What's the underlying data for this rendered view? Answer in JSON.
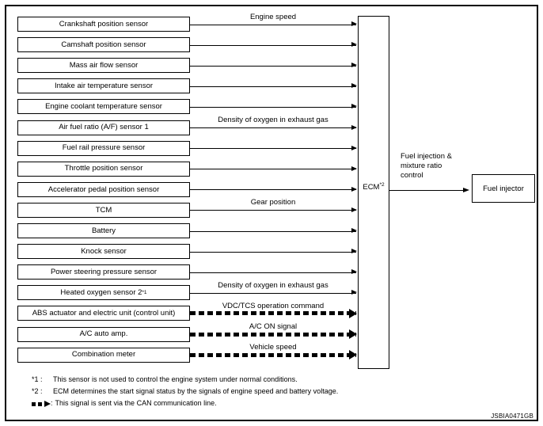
{
  "diagram": {
    "reference_code": "JSBIA0471GB",
    "ecm": {
      "label": "ECM",
      "superscript": "*2"
    },
    "output": {
      "signal_label": "Fuel injection &\nmixture ratio\ncontrol",
      "target_label": "Fuel injector"
    },
    "inputs": [
      {
        "label": "Crankshaft position sensor",
        "superscript": "",
        "signal": "Engine speed",
        "can": false
      },
      {
        "label": "Camshaft position sensor",
        "superscript": "",
        "signal": "",
        "can": false
      },
      {
        "label": "Mass air flow sensor",
        "superscript": "",
        "signal": "",
        "can": false
      },
      {
        "label": "Intake air temperature sensor",
        "superscript": "",
        "signal": "",
        "can": false
      },
      {
        "label": "Engine coolant temperature sensor",
        "superscript": "",
        "signal": "",
        "can": false
      },
      {
        "label": "Air fuel ratio (A/F) sensor 1",
        "superscript": "",
        "signal": "Density of oxygen in exhaust gas",
        "can": false
      },
      {
        "label": "Fuel rail pressure sensor",
        "superscript": "",
        "signal": "",
        "can": false
      },
      {
        "label": "Throttle position sensor",
        "superscript": "",
        "signal": "",
        "can": false
      },
      {
        "label": "Accelerator pedal position sensor",
        "superscript": "",
        "signal": "",
        "can": false
      },
      {
        "label": "TCM",
        "superscript": "",
        "signal": "Gear position",
        "can": false
      },
      {
        "label": "Battery",
        "superscript": "",
        "signal": "",
        "can": false
      },
      {
        "label": "Knock sensor",
        "superscript": "",
        "signal": "",
        "can": false
      },
      {
        "label": "Power steering pressure sensor",
        "superscript": "",
        "signal": "",
        "can": false
      },
      {
        "label": "Heated oxygen sensor 2",
        "superscript": "*1",
        "signal": "Density of oxygen in exhaust gas",
        "can": false
      },
      {
        "label": "ABS actuator and electric unit (control unit)",
        "superscript": "",
        "signal": "VDC/TCS operation command",
        "can": true
      },
      {
        "label": "A/C auto amp.",
        "superscript": "",
        "signal": "A/C ON signal",
        "can": true
      },
      {
        "label": "Combination meter",
        "superscript": "",
        "signal": "Vehicle speed",
        "can": true
      }
    ],
    "notes": [
      {
        "key": "*1 :",
        "text": "This sensor is not used to control the engine system under normal conditions.",
        "glyph": ""
      },
      {
        "key": "*2 :",
        "text": "ECM determines the start signal status by the signals of engine speed and battery voltage.",
        "glyph": ""
      },
      {
        "key": ":",
        "text": "This signal is sent via the CAN communication line.",
        "glyph": "can-arrow-icon"
      }
    ]
  }
}
